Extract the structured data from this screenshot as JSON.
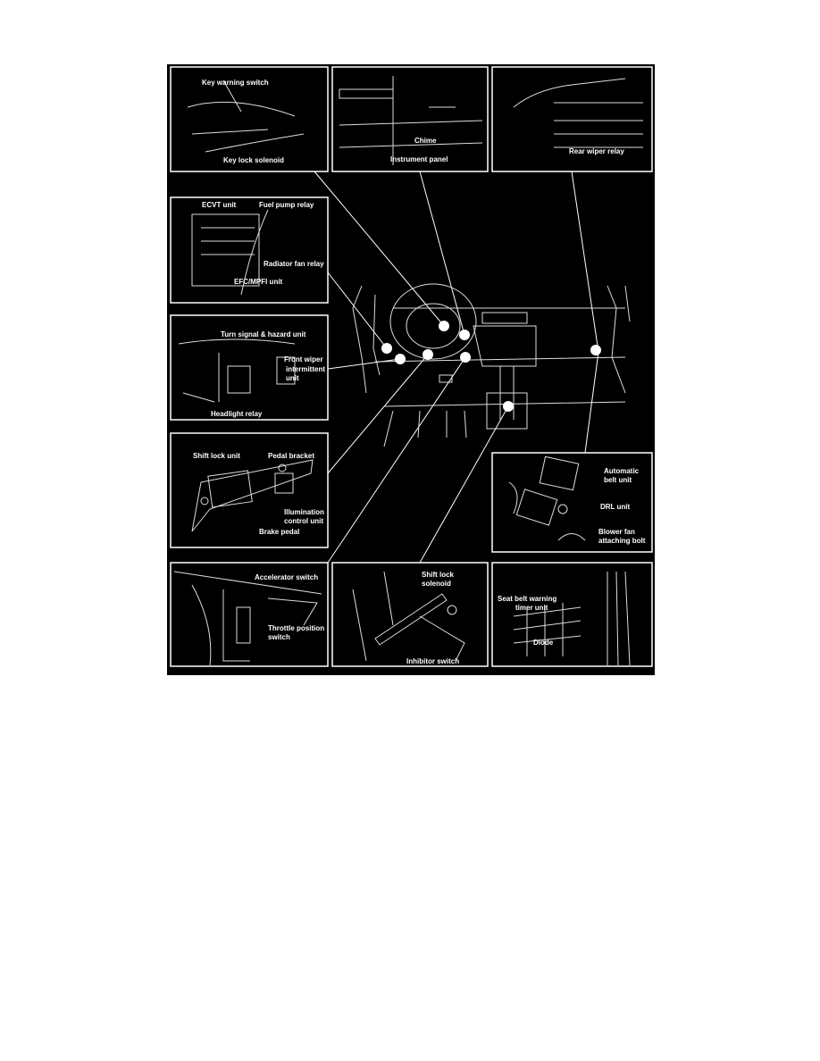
{
  "figure": {
    "panels": {
      "key": {
        "labels": [
          "Key warning switch",
          "Key lock solenoid"
        ]
      },
      "chime": {
        "labels": [
          "Chime",
          "Instrument panel"
        ]
      },
      "rear_wiper": {
        "labels": [
          "Rear wiper relay"
        ]
      },
      "ecvt": {
        "labels": [
          "ECVT unit",
          "Fuel pump relay",
          "Radiator fan relay",
          "EFC/MPFI unit"
        ]
      },
      "turn_signal": {
        "labels": [
          "Turn signal & hazard unit",
          "Front wiper",
          "intermittent",
          "unit",
          "Headlight relay"
        ]
      },
      "shift_lock_unit": {
        "labels": [
          "Shift lock unit",
          "Pedal bracket",
          "Illumination",
          "control unit",
          "Brake pedal"
        ]
      },
      "automatic_belt": {
        "labels": [
          "Automatic",
          "belt unit",
          "DRL unit",
          "Blower fan",
          "attaching bolt"
        ]
      },
      "accelerator": {
        "labels": [
          "Accelerator switch",
          "Throttle position",
          "switch"
        ]
      },
      "shift_lock_solenoid": {
        "labels": [
          "Shift lock",
          "solenoid",
          "Inhibitor switch"
        ]
      },
      "seat_belt": {
        "labels": [
          "Seat belt warning",
          "timer unit",
          "Diode"
        ]
      }
    },
    "colors": {
      "background": "#000000",
      "lines": "#ffffff"
    }
  }
}
